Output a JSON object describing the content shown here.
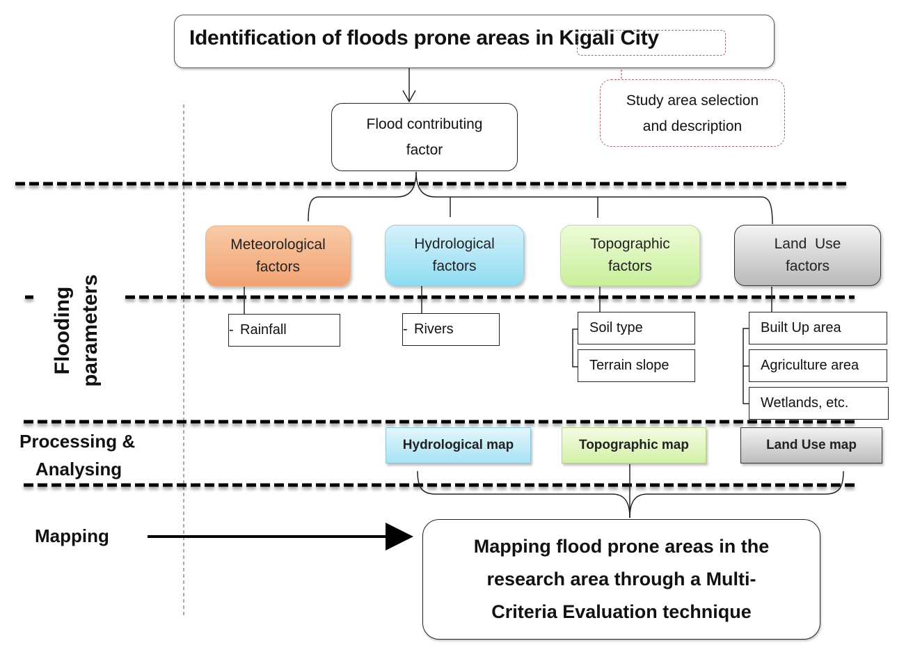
{
  "title": {
    "prefix": "Identification of floods prone areas",
    "highlight": "in Kigali City"
  },
  "study_area": {
    "line1": "Study area selection",
    "line2": "and description"
  },
  "flood_factor": {
    "line1": "Flood contributing",
    "line2": "factor"
  },
  "sections": {
    "flooding_parameters": {
      "line1": "Flooding",
      "line2": "parameters"
    },
    "processing": {
      "line1": "Processing &",
      "line2": "Analysing"
    },
    "mapping": "Mapping"
  },
  "factors": [
    {
      "line1": "Meteorological",
      "line2": "factors",
      "color": "#f4b183"
    },
    {
      "line1": "Hydrological",
      "line2": "factors",
      "color": "#a9e4f5"
    },
    {
      "line1": "Topographic",
      "line2": "factors",
      "color": "#d8f3b2"
    },
    {
      "line1": "Land  Use",
      "line2": "factors",
      "color": "#cccccc"
    }
  ],
  "parameters": {
    "meteorological": [
      "Rainfall"
    ],
    "hydrological": [
      "Rivers"
    ],
    "topographic": [
      "Soil type",
      "Terrain slope"
    ],
    "land_use": [
      "Built Up area",
      "Agriculture area",
      "Wetlands, etc."
    ]
  },
  "maps": [
    {
      "label": "Hydrological map",
      "color": "#b6e8f7"
    },
    {
      "label": "Topographic map",
      "color": "#dcf3b8"
    },
    {
      "label": "Land Use map",
      "color": "#c8c8c8"
    }
  ],
  "result": {
    "line1": "Mapping flood prone areas in the",
    "line2": "research area through a Multi-",
    "line3": "Criteria Evaluation technique"
  }
}
